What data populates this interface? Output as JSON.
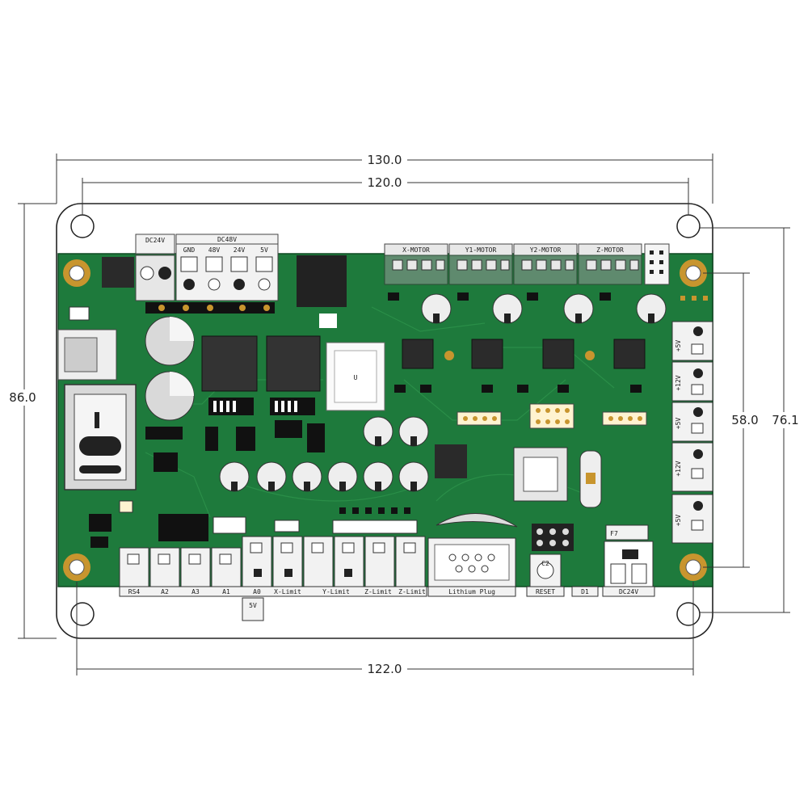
{
  "dimensions": {
    "overall_width": "130.0",
    "hole_span_top": "120.0",
    "hole_span_bottom": "122.0",
    "overall_height": "86.0",
    "hole_span_right_inner": "58.0",
    "hole_span_right_outer": "76.1"
  },
  "labels": {
    "power_in_a": "DC24V",
    "power_in_b": "DC48V",
    "power_sub_a": "GND",
    "power_sub_b": "48V",
    "power_sub_c": "24V",
    "power_sub_d": "5V",
    "motor_x": "X-MOTOR",
    "motor_y1": "Y1-MOTOR",
    "motor_y2": "Y2-MOTOR",
    "motor_z": "Z-MOTOR",
    "limit_1": "X-Limit",
    "limit_2": "Y-Limit",
    "limit_3": "Z-Limit",
    "limit_4": "Z-Limit",
    "bottom_a": "RS4",
    "bottom_b": "A2",
    "bottom_c": "A3",
    "bottom_d": "A1",
    "bottom_e": "5V",
    "bottom_f": "A0",
    "spindle_plug": "Lithium Plug",
    "reset": "RESET",
    "dc_out": "DC24V",
    "ic_label": "U",
    "small_a": "D1",
    "small_b": "C2",
    "small_c": "F7",
    "side_a": "+5V",
    "side_b": "+12V",
    "side_c": "+5V",
    "side_d": "+12V",
    "side_e": "+5V"
  },
  "colors": {
    "pcb_green": "#1e7a3c",
    "pcb_green_dark": "#14602c",
    "outline": "#222222",
    "terminal_white": "#f2f2f2",
    "gold": "#c8952e"
  }
}
